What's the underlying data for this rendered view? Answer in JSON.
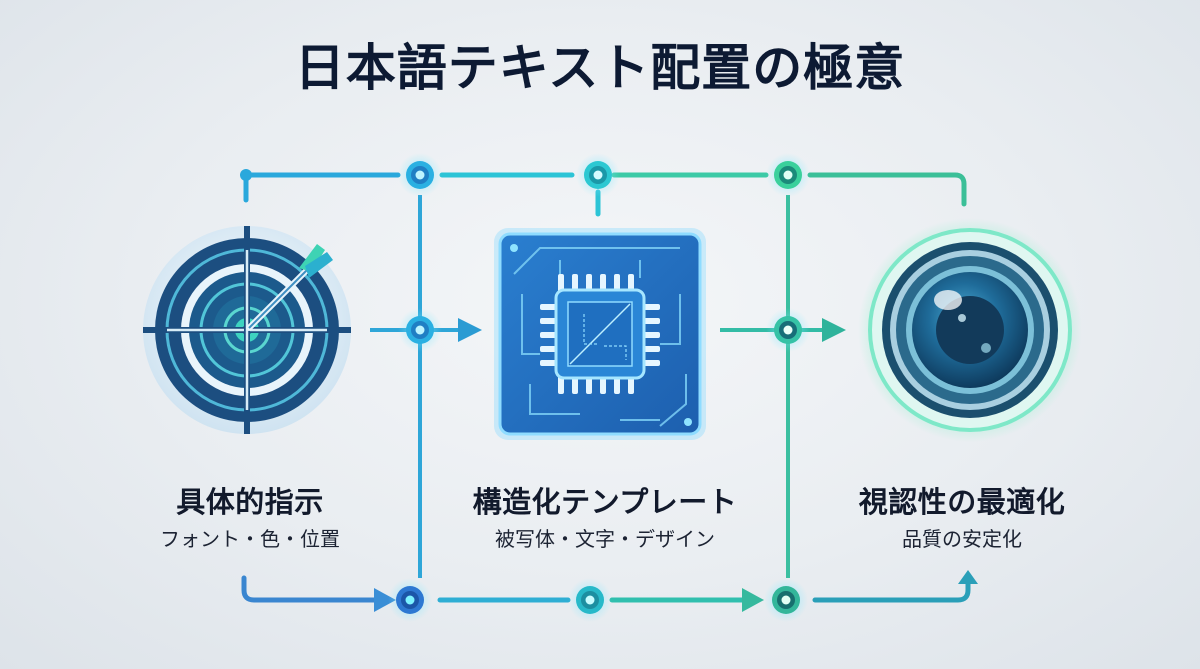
{
  "title": "日本語テキスト配置の極意",
  "steps": [
    {
      "id": "specific-instructions",
      "heading": "具体的指示",
      "subtitle": "フォント・色・位置",
      "icon": "target-arrow-icon"
    },
    {
      "id": "structured-template",
      "heading": "構造化テンプレート",
      "subtitle": "被写体・文字・デザイン",
      "icon": "circuit-chip-icon"
    },
    {
      "id": "visibility-optimization",
      "heading": "視認性の最適化",
      "subtitle": "品質の安定化",
      "icon": "camera-lens-icon"
    }
  ],
  "colors": {
    "title": "#0d1a33",
    "blue": "#2f8fd8",
    "cyan": "#2bc3d4",
    "green": "#3cc79a",
    "navy": "#1d4d80",
    "background": "#eceff3"
  }
}
